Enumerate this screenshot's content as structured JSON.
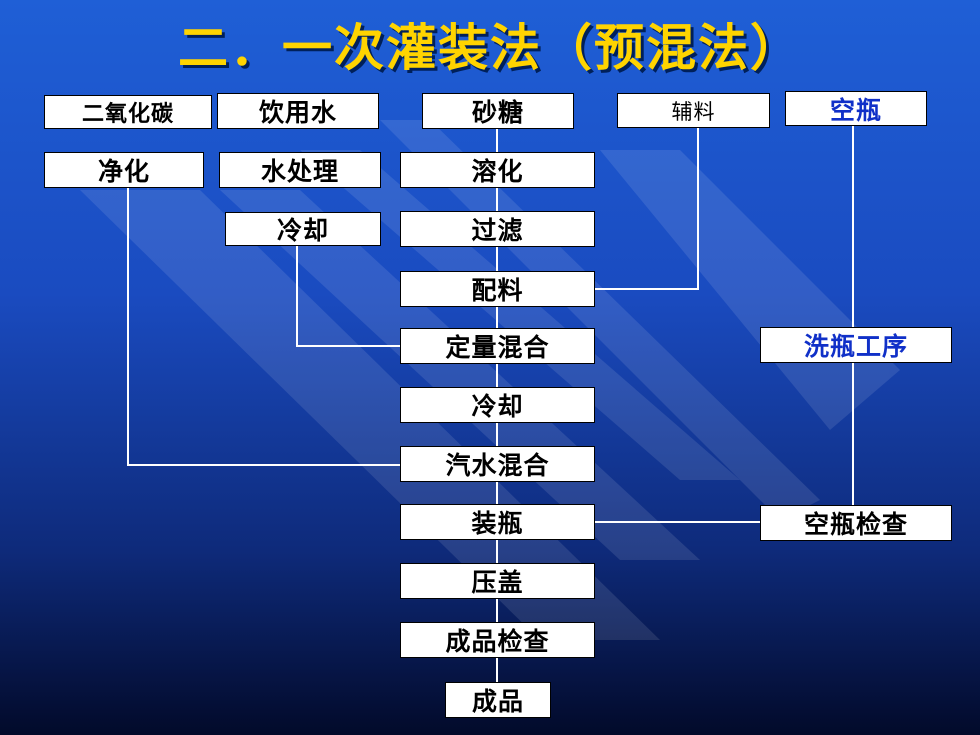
{
  "title": "二．一次灌装法（预混法）",
  "colors": {
    "title": "#ffd400",
    "connector": "#ffffff",
    "blue_text": "#1030c8"
  },
  "boxes": {
    "co2": "二氧化碳",
    "purify": "净化",
    "water": "饮用水",
    "water_treat": "水处理",
    "cool1": "冷却",
    "sugar": "砂糖",
    "dissolve": "溶化",
    "filter": "过滤",
    "batch": "配料",
    "excipient": "辅料",
    "bottle": "空瓶",
    "mix": "定量混合",
    "wash": "洗瓶工序",
    "cool2": "冷却",
    "carbon_mix": "汽水混合",
    "fill": "装瓶",
    "empty_check": "空瓶检查",
    "cap": "压盖",
    "final_check": "成品检查",
    "product": "成品"
  }
}
